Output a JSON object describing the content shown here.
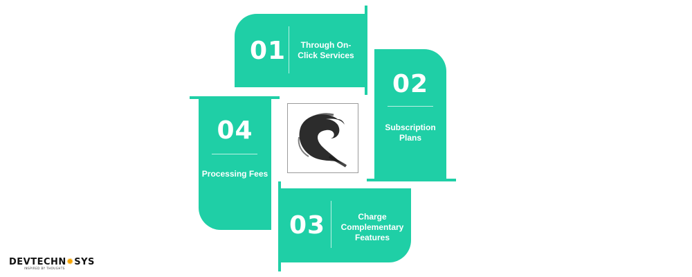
{
  "steps": [
    {
      "number": "01",
      "label": "Through On-Click Services"
    },
    {
      "number": "02",
      "label": "Subscription Plans"
    },
    {
      "number": "03",
      "label": "Charge Complementary Features"
    },
    {
      "number": "04",
      "label": "Processing Fees"
    }
  ],
  "logo": {
    "brand_pre": "DEV",
    "brand_main": "TECHN",
    "brand_post": "SYS",
    "tagline": "INSPIRED BY THOUGHTS"
  },
  "colors": {
    "accent": "#1fcfa6",
    "text_on_accent": "#ffffff",
    "logo_sun": "#f5a300"
  },
  "icons": {
    "center": "ink-swirl-icon"
  }
}
